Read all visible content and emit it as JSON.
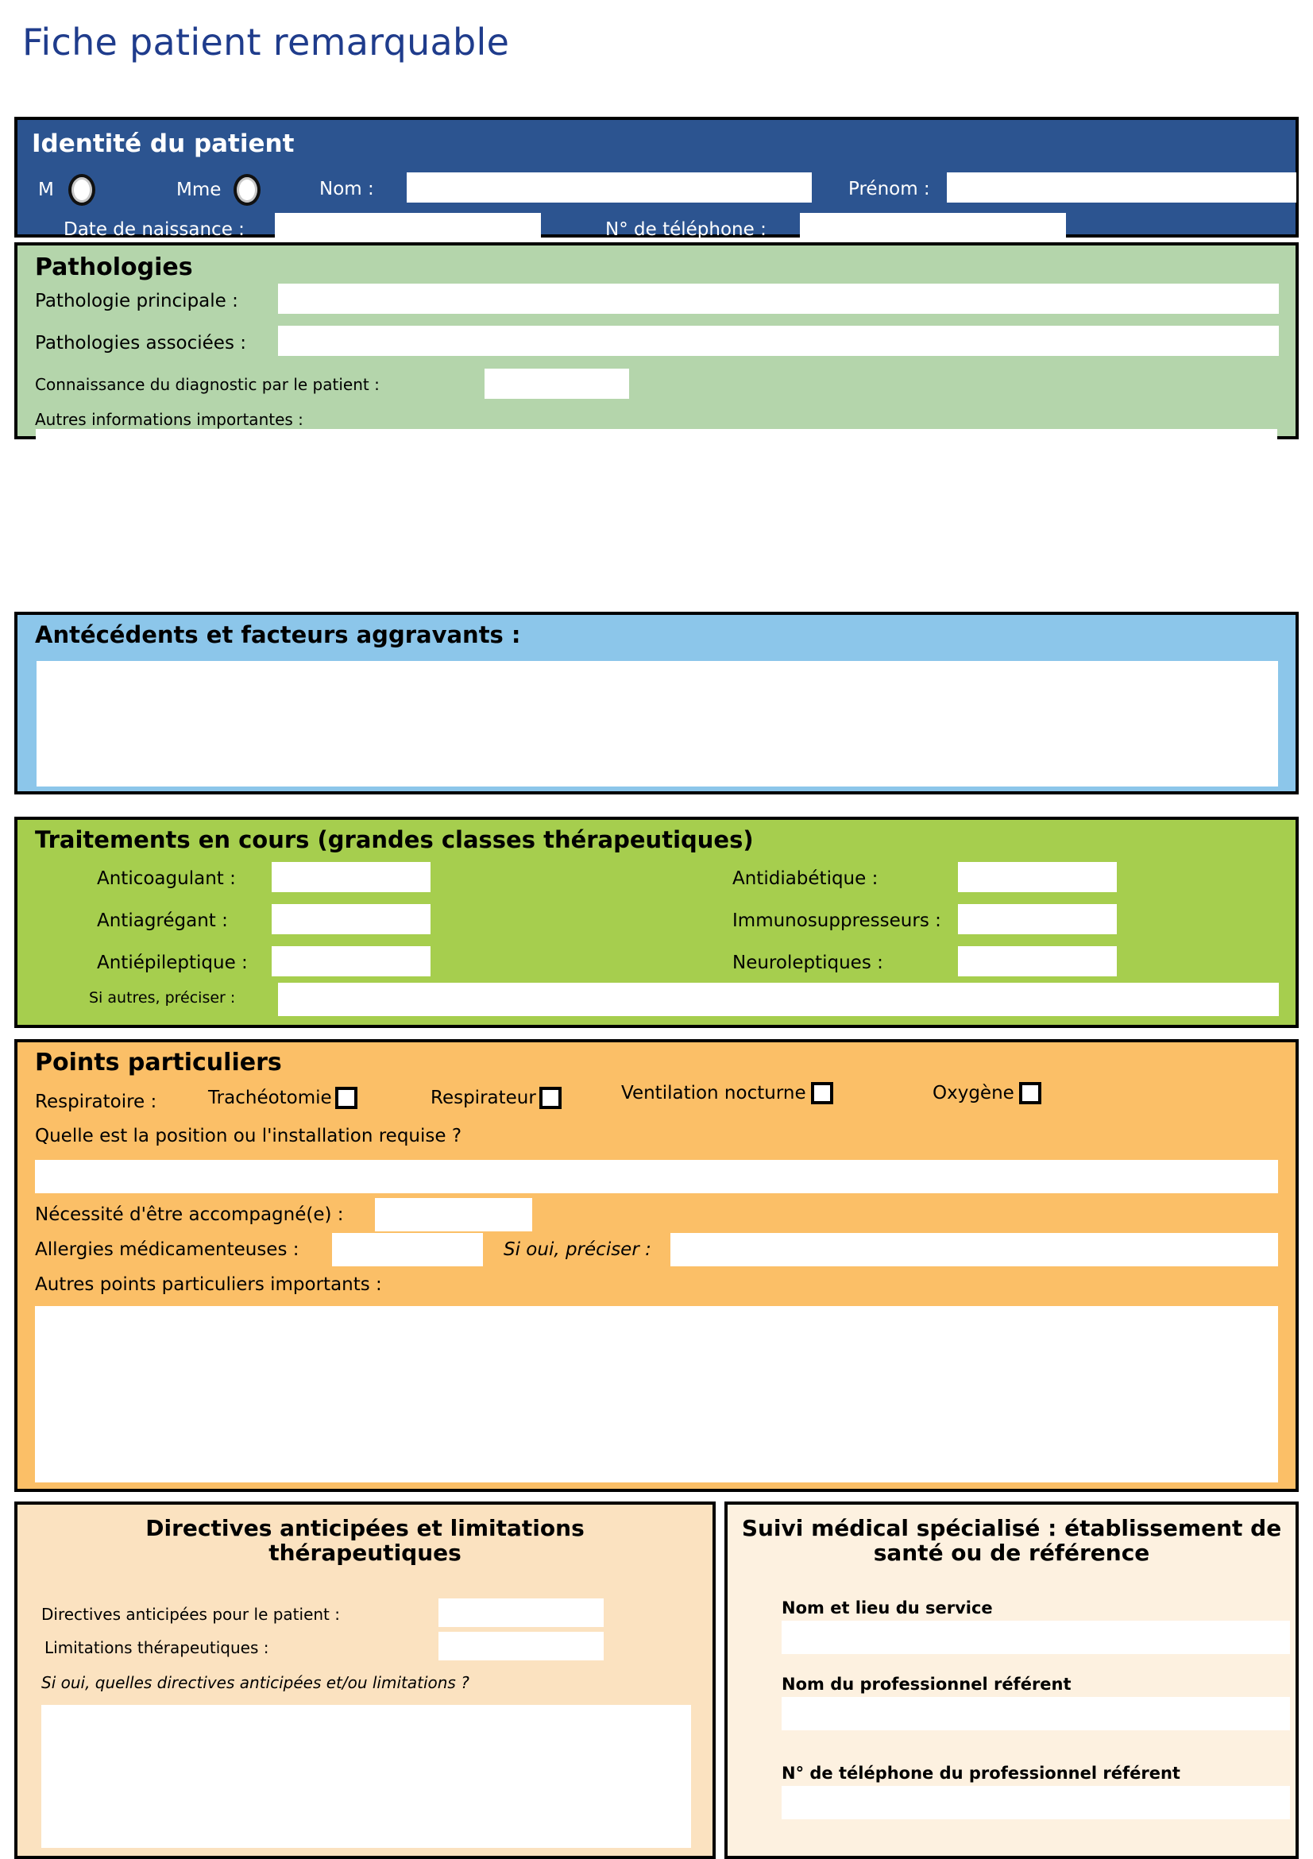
{
  "document": {
    "title": "Fiche patient remarquable"
  },
  "identite": {
    "heading": "Identité du patient",
    "civility": {
      "m_label": "M",
      "mme_label": "Mme"
    },
    "nom_label": "Nom :",
    "prenom_label": "Prénom :",
    "date_naissance_label": "Date de naissance :",
    "telephone_label": "N° de téléphone :",
    "values": {
      "nom": "",
      "prenom": "",
      "date_naissance": "",
      "telephone": ""
    }
  },
  "pathologies": {
    "heading": "Pathologies",
    "principale_label": "Pathologie principale :",
    "associees_label": "Pathologies associées :",
    "connaissance_label": "Connaissance du diagnostic par le patient :",
    "autres_label": "Autres informations importantes :",
    "values": {
      "principale": "",
      "associees": "",
      "connaissance": "",
      "autres": ""
    }
  },
  "antecedents": {
    "heading": "Antécédents et facteurs aggravants :",
    "values": {
      "texte": ""
    }
  },
  "traitements": {
    "heading": "Traitements en cours (grandes classes thérapeutiques)",
    "left_fields": [
      {
        "label": "Anticoagulant :",
        "value": ""
      },
      {
        "label": "Antiagrégant :",
        "value": ""
      },
      {
        "label": "Antiépileptique :",
        "value": ""
      }
    ],
    "right_fields": [
      {
        "label": "Antidiabétique :",
        "value": ""
      },
      {
        "label": "Immunosuppresseurs :",
        "value": ""
      },
      {
        "label": "Neuroleptiques :",
        "value": ""
      }
    ],
    "autres_label": "Si autres, préciser :",
    "values": {
      "autres": ""
    }
  },
  "points_particuliers": {
    "heading": "Points particuliers",
    "respiratoire_label": "Respiratoire :",
    "checkboxes": [
      {
        "label": "Trachéotomie",
        "checked": false
      },
      {
        "label": "Respirateur",
        "checked": false
      },
      {
        "label": "Ventilation nocturne",
        "checked": false
      },
      {
        "label": "Oxygène",
        "checked": false
      }
    ],
    "position_label": "Quelle est la position ou l'installation requise ?",
    "accompagne_label": "Nécessité d'être accompagné(e) :",
    "allergies_label": "Allergies médicamenteuses :",
    "si_oui_label": "Si oui, préciser :",
    "autres_label": "Autres points particuliers importants :",
    "values": {
      "position": "",
      "accompagne": "",
      "allergies": "",
      "allergies_precision": "",
      "autres": ""
    }
  },
  "directives": {
    "heading": "Directives anticipées et limitations thérapeutiques",
    "directives_label": "Directives anticipées pour le patient :",
    "limitations_label": "Limitations thérapeutiques :",
    "si_oui_label": "Si oui, quelles directives anticipées et/ou limitations ?",
    "values": {
      "directives": "",
      "limitations": "",
      "details": ""
    }
  },
  "suivi": {
    "heading": "Suivi médical spécialisé : établissement de santé ou de référence",
    "service_label": "Nom et lieu du service",
    "professionnel_label": "Nom du professionnel référent",
    "telephone_label": "N° de téléphone du professionnel référent",
    "values": {
      "service": "",
      "professionnel": "",
      "telephone": ""
    }
  },
  "colors": {
    "title_blue": "#1F3C8C",
    "identity_blue": "#2C5490",
    "pathology_green": "#B4D5AB",
    "antecedent_blue": "#8CC6EA",
    "treatment_olive": "#A6CE4E",
    "points_orange": "#FBBF67",
    "directives_cream": "#FBE2C0",
    "suivi_cream": "#FDF1E0",
    "border_black": "#000000",
    "field_white": "#FFFFFF"
  }
}
